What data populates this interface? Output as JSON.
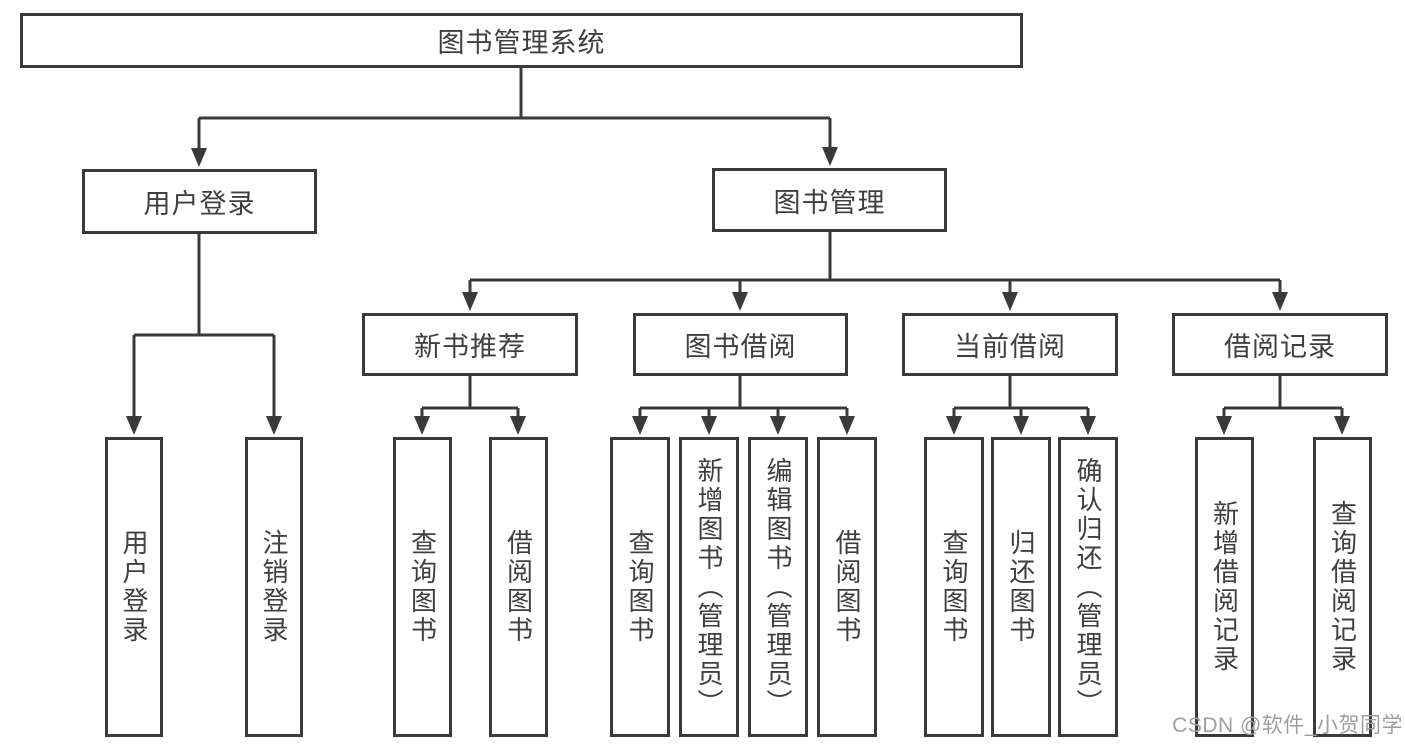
{
  "diagram": {
    "title": "图书管理系统",
    "colors": {
      "line": "#3a3a3a",
      "text": "#3f3f3f",
      "watermark": "#9e9e9e",
      "background": "#ffffff"
    },
    "root": {
      "label": "图书管理系统"
    },
    "level2": [
      {
        "label": "用户登录"
      },
      {
        "label": "图书管理"
      }
    ],
    "level3": [
      {
        "label": "新书推荐"
      },
      {
        "label": "图书借阅"
      },
      {
        "label": "当前借阅"
      },
      {
        "label": "借阅记录"
      }
    ],
    "leaves": {
      "user_login": [
        "用户登录",
        "注销登录"
      ],
      "new_books": [
        "查询图书",
        "借阅图书"
      ],
      "book_borrow": [
        "查询图书",
        "新增图书（管理员）",
        "编辑图书（管理员）",
        "借阅图书"
      ],
      "current_borrow": [
        "查询图书",
        "归还图书",
        "确认归还（管理员）"
      ],
      "borrow_records": [
        "新增借阅记录",
        "查询借阅记录"
      ]
    },
    "watermark": "CSDN @软件_小贺同学"
  }
}
